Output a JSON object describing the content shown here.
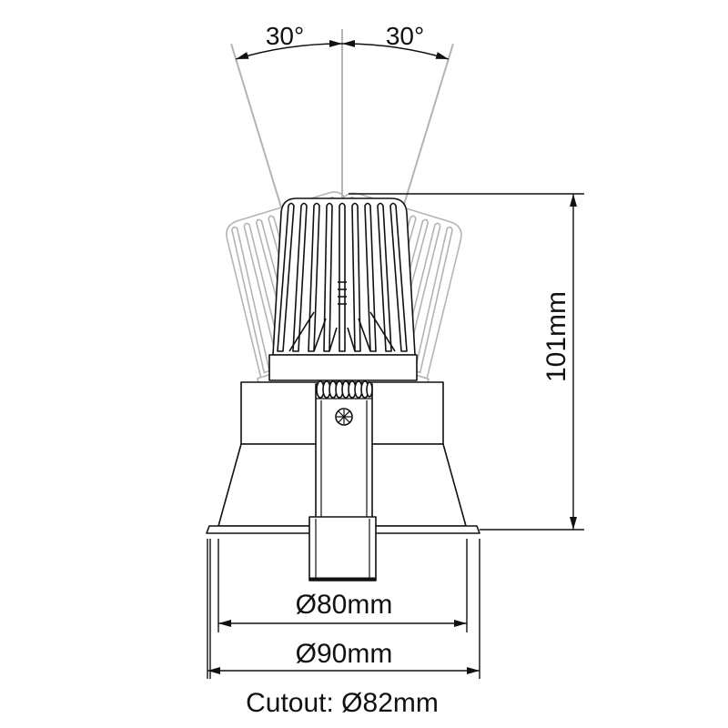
{
  "labels": {
    "angle_left": "30°",
    "angle_right": "30°",
    "height": "101mm",
    "diameter_inner": "Ø80mm",
    "diameter_outer": "Ø90mm",
    "cutout": "Cutout: Ø82mm"
  },
  "colors": {
    "line": "#111111",
    "ghost": "#b4b4b4",
    "background": "#ffffff"
  }
}
